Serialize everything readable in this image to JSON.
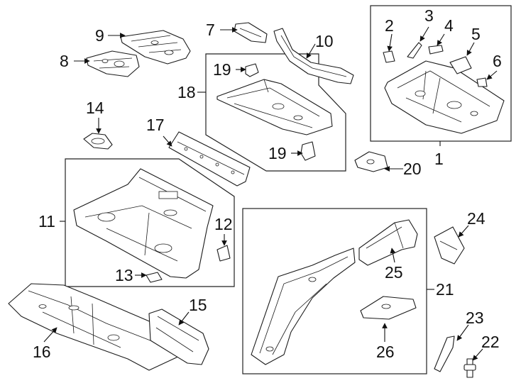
{
  "callouts": {
    "c1": "1",
    "c2": "2",
    "c3": "3",
    "c4": "4",
    "c5": "5",
    "c6": "6",
    "c7": "7",
    "c8": "8",
    "c9": "9",
    "c10": "10",
    "c11": "11",
    "c12": "12",
    "c13": "13",
    "c14": "14",
    "c15": "15",
    "c16": "16",
    "c17": "17",
    "c18": "18",
    "c19a": "19",
    "c19b": "19",
    "c20": "20",
    "c21": "21",
    "c22": "22",
    "c23": "23",
    "c24": "24",
    "c25": "25",
    "c26": "26"
  },
  "colors": {
    "line": "#1a1a1a",
    "background": "#ffffff"
  }
}
